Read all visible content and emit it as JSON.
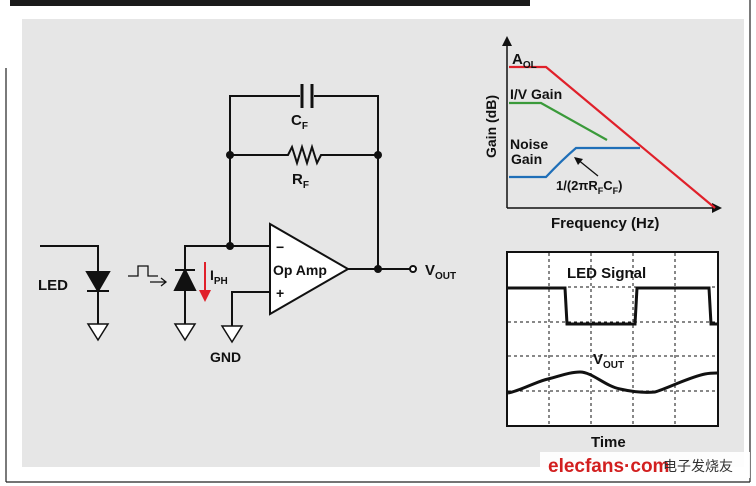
{
  "circuit": {
    "cap_label": "C",
    "cap_sub": "F",
    "res_label": "R",
    "res_sub": "F",
    "led_label": "LED",
    "iph_label": "I",
    "iph_sub": "PH",
    "opamp_label": "Op Amp",
    "minus": "−",
    "plus": "+",
    "gnd_label": "GND",
    "vout_label": "V",
    "vout_sub": "OUT"
  },
  "bode": {
    "ylabel": "Gain (dB)",
    "xlabel": "Frequency (Hz)",
    "aol_label": "A",
    "aol_sub": "OL",
    "iv_label": "I/V Gain",
    "noise_label_1": "Noise",
    "noise_label_2": "Gain",
    "corner_pre": "1/(2πR",
    "corner_sub1": "F",
    "corner_mid": "C",
    "corner_sub2": "F",
    "corner_post": ")",
    "colors": {
      "aol": "#e0202a",
      "iv": "#3a9a3a",
      "noise": "#1f6fb8"
    }
  },
  "timing": {
    "led_signal": "LED Signal",
    "vout_label": "V",
    "vout_sub": "OUT",
    "xlabel": "Time"
  },
  "watermark": {
    "text": "elecfans·com",
    "cn": "电子发烧友"
  }
}
